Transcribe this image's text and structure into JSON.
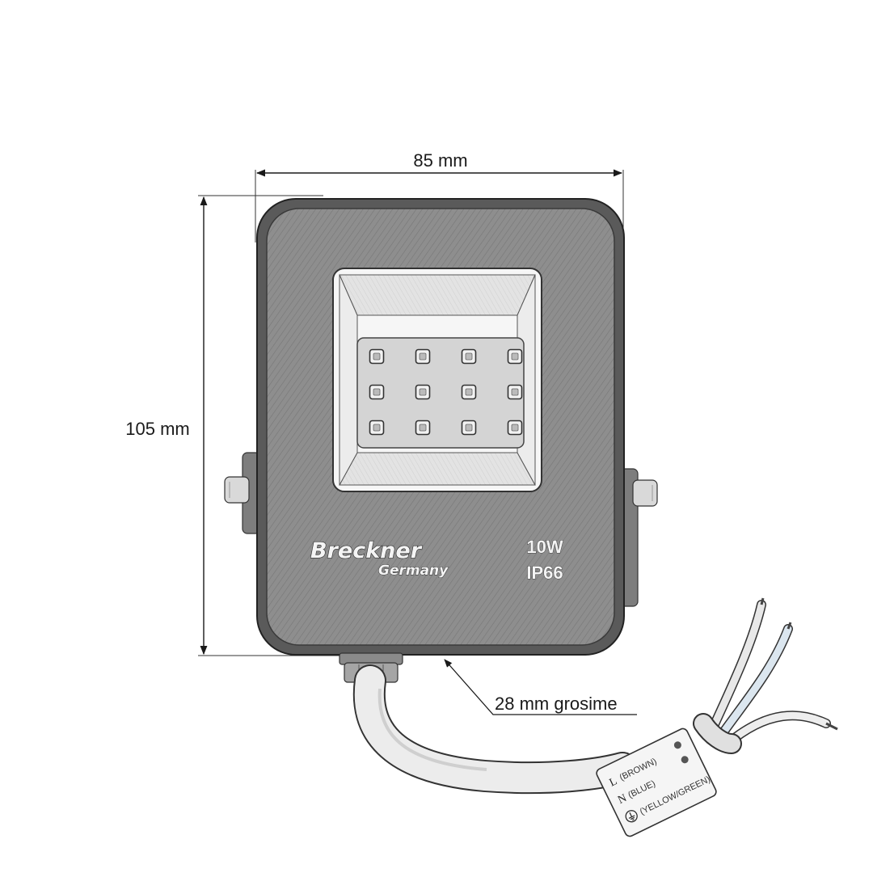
{
  "dimensions": {
    "width": "85 mm",
    "height": "105 mm",
    "thickness": "28 mm grosime"
  },
  "brand": {
    "name": "Breckner",
    "sub": "Germany"
  },
  "specs": {
    "power": "10W",
    "ip_rating": "IP66"
  },
  "led_grid": {
    "rows": 3,
    "cols": 4
  },
  "wiring": {
    "live": {
      "letter": "L",
      "color": "(BROWN)"
    },
    "neutral": {
      "letter": "N",
      "color": "(BLUE)"
    },
    "earth": {
      "symbol": "earth-ground-icon",
      "color": "(YELLOW/GREEN)"
    }
  }
}
